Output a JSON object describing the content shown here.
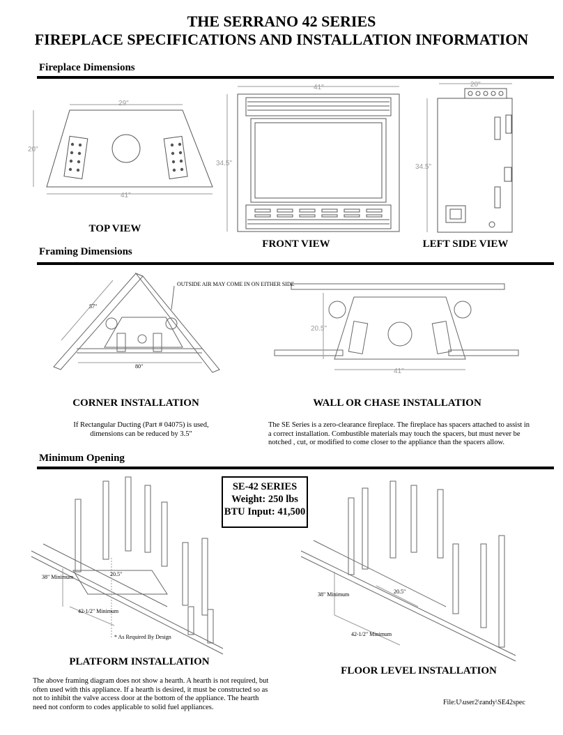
{
  "header": {
    "title_line1": "THE SERRANO 42  SERIES",
    "title_line2": "FIREPLACE SPECIFICATIONS AND INSTALLATION INFORMATION"
  },
  "sections": {
    "fireplace_dimensions": "Fireplace Dimensions",
    "framing_dimensions": "Framing Dimensions",
    "minimum_opening": "Minimum Opening"
  },
  "views": {
    "top": {
      "caption": "TOP VIEW",
      "dim_top": "29\"",
      "dim_side": "20\"",
      "dim_bottom": "41\""
    },
    "front": {
      "caption": "FRONT VIEW",
      "dim_width": "41\"",
      "dim_height": "34.5\""
    },
    "left_side": {
      "caption": "LEFT SIDE VIEW",
      "dim_depth": "20\"",
      "dim_height": "34.5\""
    }
  },
  "corner": {
    "caption": "CORNER INSTALLATION",
    "note_air": "OUTSIDE AIR MAY COME IN ON EITHER SIDE",
    "dim_diag": "57\"",
    "dim_width": "80\"",
    "note": "If Rectangular Ducting  (Part # 04075) is used, dimensions can be reduced by 3.5\""
  },
  "wall_chase": {
    "caption": "WALL OR CHASE INSTALLATION",
    "dim_depth": "20.5\"",
    "dim_width": "41\"",
    "note": "The SE Series is a zero-clearance fireplace. The fireplace has spacers attached to assist in a correct installation. Combustible materials may touch the spacers, but must never be notched , cut, or modified to come closer to the appliance than the spacers allow."
  },
  "spec_box": {
    "model": "SE-42 SERIES",
    "weight": "Weight: 250 lbs",
    "btu": "BTU Input: 41,500"
  },
  "platform": {
    "caption": "PLATFORM INSTALLATION",
    "dim_height": "38\" Minimum",
    "dim_depth": "20.5\"",
    "dim_width": "42-1/2\" Minimum",
    "note_design": "* As Required By Design",
    "note": "The above framing diagram does not show a hearth. A hearth is not required, but often used with this appliance. If a hearth is desired, it must be constructed so as not to inhibit the valve access door at the bottom of the appliance. The hearth need not conform to codes applicable to solid fuel appliances."
  },
  "floor": {
    "caption": "FLOOR LEVEL INSTALLATION",
    "dim_height": "38\" Minimum",
    "dim_depth": "20.5\"",
    "dim_width": "42-1/2\" Minimum"
  },
  "footer": {
    "file_path": "File:U\\user2\\randy\\SE42spec"
  }
}
